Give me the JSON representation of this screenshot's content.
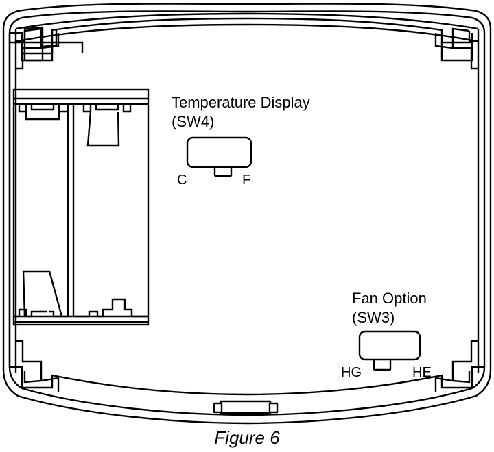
{
  "figure": {
    "caption": "Figure 6",
    "caption_style": "italic"
  },
  "switches": [
    {
      "id": "sw4",
      "title": "Temperature Display",
      "designator": "(SW4)",
      "left_label": "C",
      "right_label": "F",
      "lever_position": "center"
    },
    {
      "id": "sw3",
      "title": "Fan Option",
      "designator": "(SW3)",
      "left_label": "HG",
      "right_label": "HE",
      "lever_position": "center"
    }
  ],
  "colors": {
    "line": "#000000",
    "background": "#ffffff",
    "fill": "#ffffff"
  },
  "parts": {
    "enclosure": "enclosure-outline",
    "left_panel": "left-terminal-rail-assembly",
    "bottom_latch": "bottom-center-latch"
  }
}
